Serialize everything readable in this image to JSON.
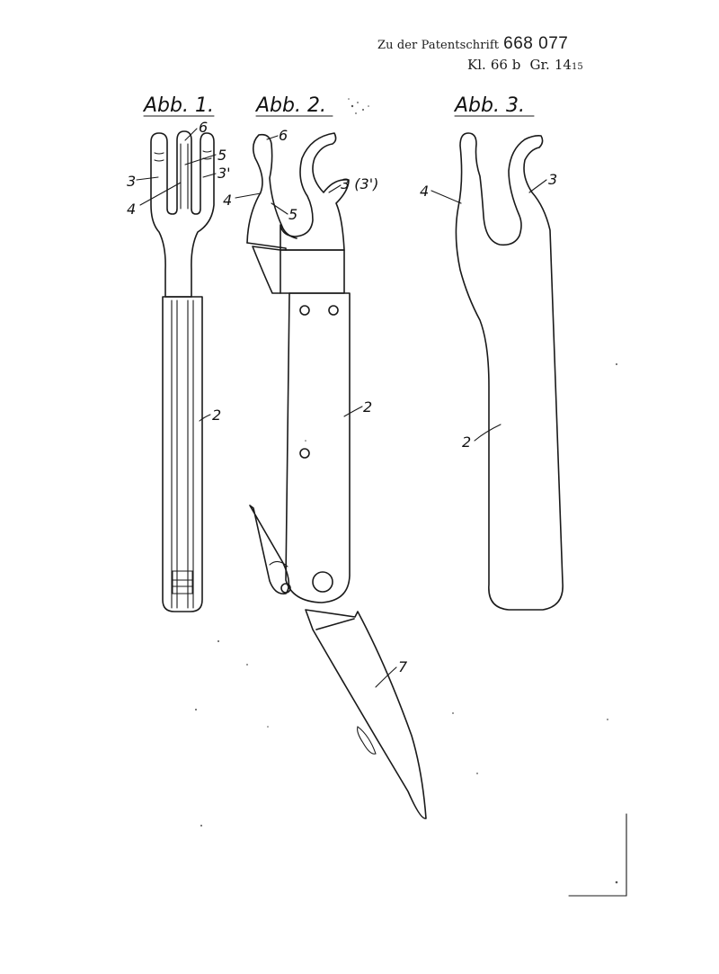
{
  "header": {
    "prefix": "Zu der Patentschrift",
    "patent_number": "668 077",
    "class_prefix": "Kl.",
    "class_value": "66 b",
    "group_prefix": "Gr.",
    "group_main": "14",
    "group_sub": "15"
  },
  "figures": {
    "fig1": {
      "title": "Abb. 1.",
      "labels": {
        "l6": "6",
        "l5": "5",
        "l3": "3",
        "l3p": "3'",
        "l4": "4",
        "l2": "2"
      }
    },
    "fig2": {
      "title": "Abb. 2.",
      "labels": {
        "l6": "6",
        "l4": "4",
        "l5": "5",
        "l3": "3 (3')",
        "l2": "2",
        "l7": "7"
      }
    },
    "fig3": {
      "title": "Abb. 3.",
      "labels": {
        "l4": "4",
        "l3": "3",
        "l2": "2"
      }
    }
  }
}
